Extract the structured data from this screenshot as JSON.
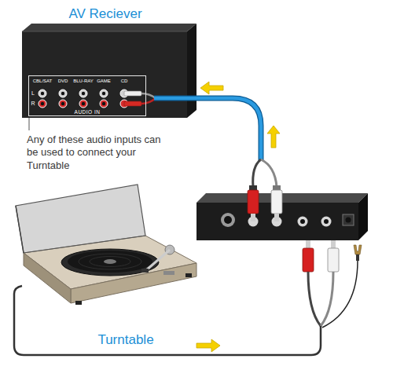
{
  "diagram": {
    "nodes": [
      {
        "text": [
          "AV Reciever"
        ]
      },
      {
        "text": [
          "AUDIO IN"
        ],
        "in": 0
      },
      {
        "text": [
          "Turntable"
        ]
      }
    ],
    "labels": [
      "CBL/SAT",
      "DVD",
      "BLU-RAY",
      "GAME",
      "CD",
      "L",
      "R",
      "Any of these audio inputs can be used to connect your Turntable"
    ]
  }
}
